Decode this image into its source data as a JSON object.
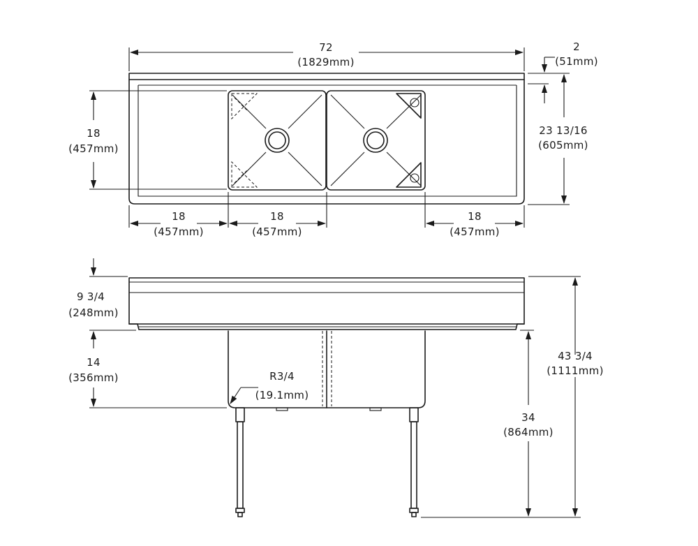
{
  "top_view": {
    "overall_width": {
      "value": "72",
      "metric": "(1829mm)"
    },
    "backsplash_height": {
      "value": "2",
      "metric": "(51mm)"
    },
    "bowl_depth": {
      "value": "18",
      "metric": "(457mm)"
    },
    "overall_depth": {
      "value": "23 13/16",
      "metric": "(605mm)"
    },
    "left_drainboard": {
      "value": "18",
      "metric": "(457mm)"
    },
    "bowl_width": {
      "value": "18",
      "metric": "(457mm)"
    },
    "right_drainboard": {
      "value": "18",
      "metric": "(457mm)"
    }
  },
  "front_view": {
    "backsplash": {
      "value": "9 3/4",
      "metric": "(248mm)"
    },
    "bowl_height": {
      "value": "14",
      "metric": "(356mm)"
    },
    "corner_radius": {
      "value": "R3/4",
      "metric": "(19.1mm)"
    },
    "work_height": {
      "value": "34",
      "metric": "(864mm)"
    },
    "overall_height": {
      "value": "43 3/4",
      "metric": "(1111mm)"
    }
  }
}
